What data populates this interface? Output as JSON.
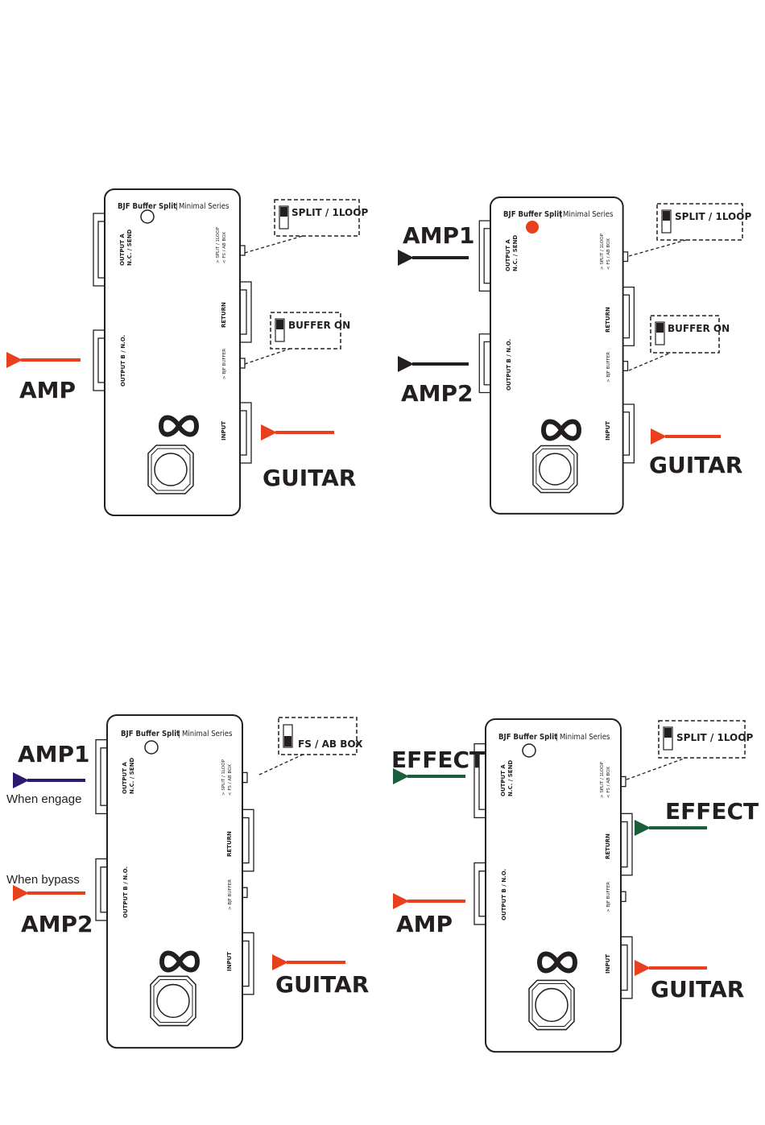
{
  "colors": {
    "signal_red": "#e8401c",
    "black": "#231f20",
    "purple": "#2d1a6e",
    "green": "#1a5e3a",
    "led_on": "#e8401c"
  },
  "pedal": {
    "brand": "BJF Buffer Split",
    "series": "Minimal Series",
    "output_a": "OUTPUT A",
    "output_a_sub": "N.C. / SEND",
    "output_b": "OUTPUT B / N.O.",
    "return": "RETURN",
    "input": "INPUT",
    "split_switch_1": "> SPLIT / 1LOOP",
    "split_switch_2": "< FS / AB BOX",
    "buffer_switch": "> BJF BUFFER",
    "logo_icon": "infinity-logo-icon"
  },
  "panels": [
    {
      "switch_top_label": "SPLIT / 1LOOP",
      "switch_bottom_label": "BUFFER ON",
      "arrow_left_label": "AMP",
      "arrow_input_label": "GUITAR"
    },
    {
      "switch_top_label": "SPLIT / 1LOOP",
      "switch_bottom_label": "BUFFER ON",
      "arrow_amp1_label": "AMP1",
      "arrow_amp2_label": "AMP2",
      "arrow_input_label": "GUITAR",
      "led": "on"
    },
    {
      "switch_top_label": "FS / AB BOX",
      "arrow_amp1_label": "AMP1",
      "arrow_amp1_note": "When engage",
      "arrow_amp2_label": "AMP2",
      "arrow_amp2_note": "When bypass",
      "arrow_input_label": "GUITAR"
    },
    {
      "switch_top_label": "SPLIT / 1LOOP",
      "arrow_send_label": "EFFECT",
      "arrow_return_label": "EFFECT",
      "arrow_amp_label": "AMP",
      "arrow_input_label": "GUITAR"
    }
  ]
}
